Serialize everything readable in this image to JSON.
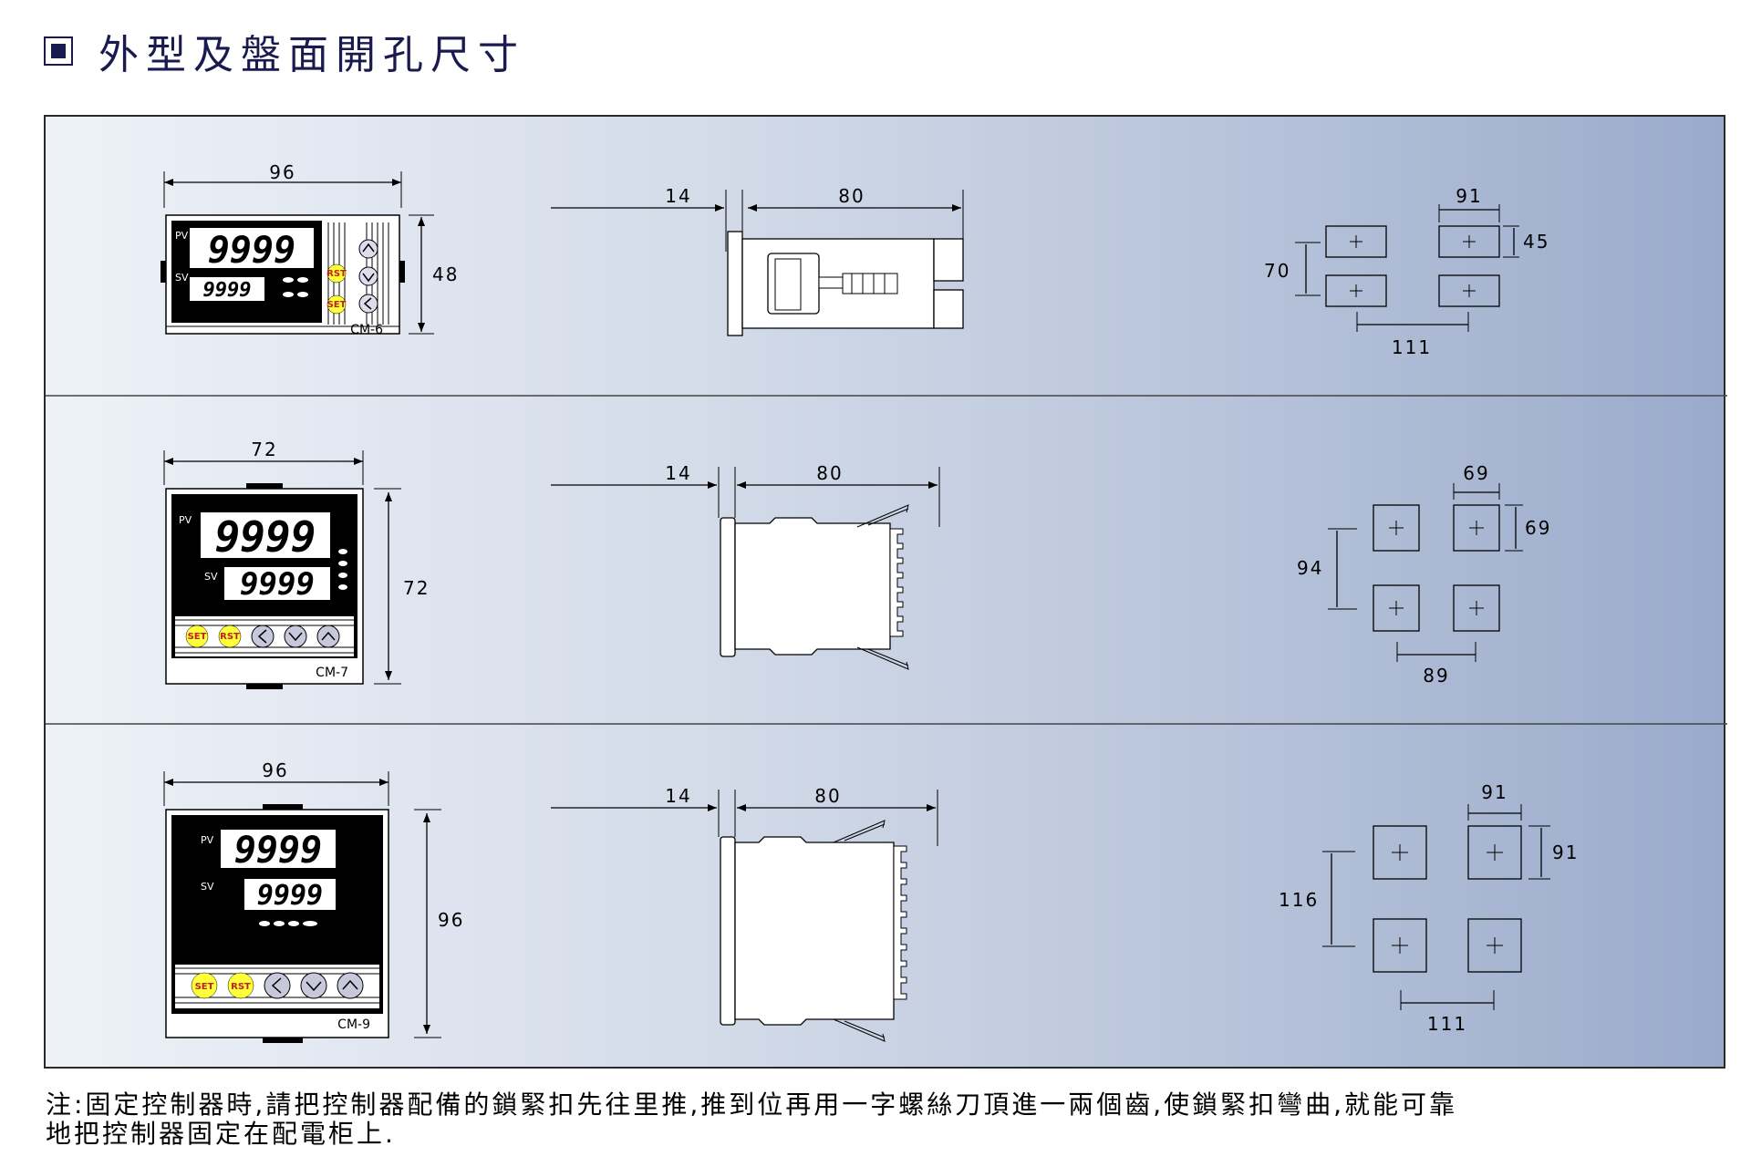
{
  "title": "外型及盤面開孔尺寸",
  "rows": [
    {
      "front": {
        "width": "96",
        "height": "48",
        "pv_label": "PV",
        "sv_label": "SV",
        "pv_value": "9999",
        "sv_value": "9999",
        "model": "CM-6",
        "btn_rst": "RST",
        "btn_set": "SET"
      },
      "side": {
        "depth_front": "14",
        "depth": "80"
      },
      "cutout": {
        "w": "91",
        "h": "45",
        "pitch_v": "70",
        "pitch_h": "111"
      }
    },
    {
      "front": {
        "width": "72",
        "height": "72",
        "pv_label": "PV",
        "sv_label": "SV",
        "pv_value": "9999",
        "sv_value": "9999",
        "model": "CM-7",
        "btn_rst": "RST",
        "btn_set": "SET"
      },
      "side": {
        "depth_front": "14",
        "depth": "80"
      },
      "cutout": {
        "w": "69",
        "h": "69",
        "pitch_v": "94",
        "pitch_h": "89"
      }
    },
    {
      "front": {
        "width": "96",
        "height": "96",
        "pv_label": "PV",
        "sv_label": "SV",
        "pv_value": "9999",
        "sv_value": "9999",
        "model": "CM-9",
        "btn_rst": "RST",
        "btn_set": "SET"
      },
      "side": {
        "depth_front": "14",
        "depth": "80"
      },
      "cutout": {
        "w": "91",
        "h": "91",
        "pitch_v": "116",
        "pitch_h": "111"
      }
    }
  ],
  "note_line1": "注:固定控制器時,請把控制器配備的鎖緊扣先往里推,推到位再用一字螺絲刀頂進一兩個齒,使鎖緊扣彎曲,就能可靠",
  "note_line2": "地把控制器固定在配電柜上."
}
